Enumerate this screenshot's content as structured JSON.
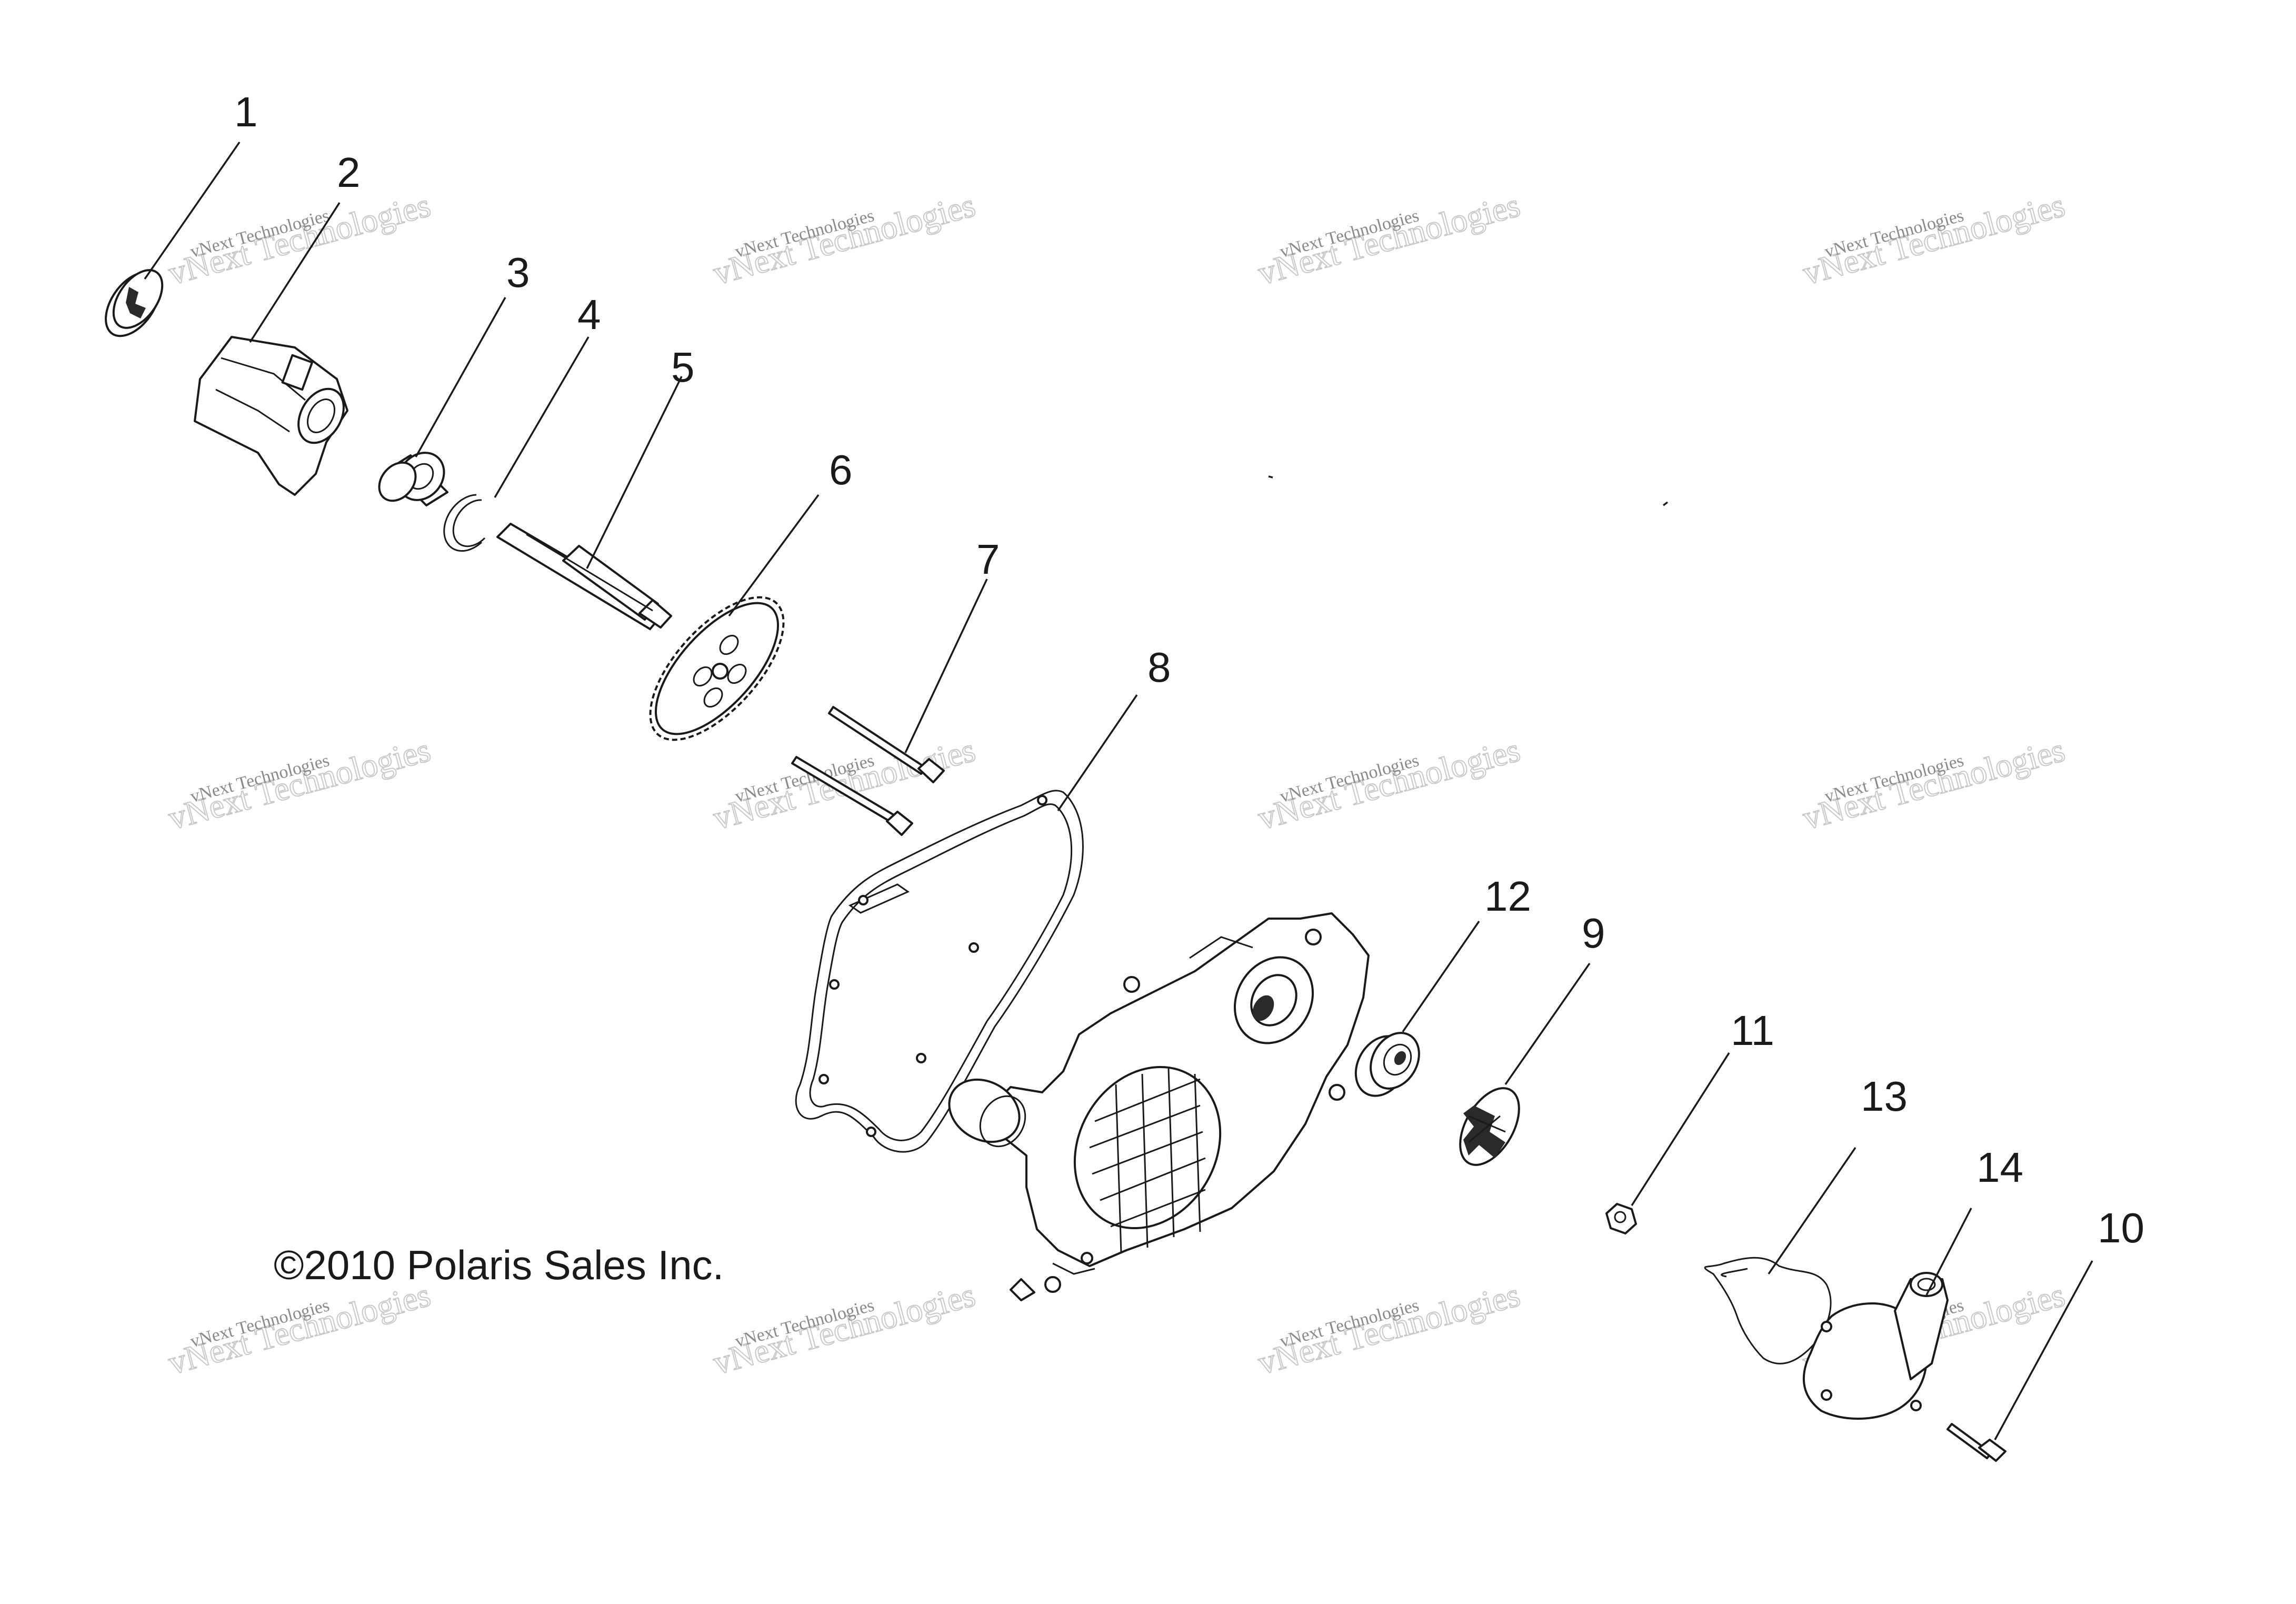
{
  "copyright": "©2010 Polaris Sales Inc.",
  "watermark": {
    "line1": "vNext Technologies",
    "line2": "vNext Technologies"
  },
  "callouts": [
    "1",
    "2",
    "3",
    "4",
    "5",
    "6",
    "7",
    "8",
    "12",
    "9",
    "11",
    "13",
    "14",
    "10"
  ]
}
